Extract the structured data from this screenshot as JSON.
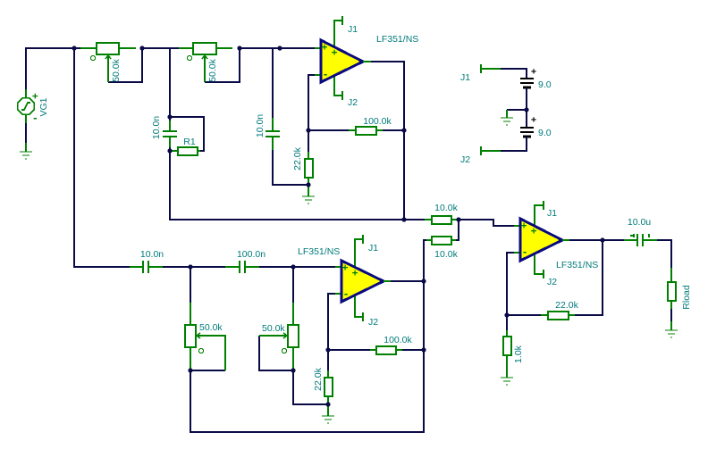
{
  "colors": {
    "wire": "#0a0a46",
    "component": "#008000",
    "label": "#007a7a",
    "opamp_fill": "#ffff00",
    "opamp_outline": "#0b0b80",
    "background": "#ffffff"
  },
  "source": {
    "name": "VG1",
    "plus": "+",
    "minus": "-"
  },
  "filter1": {
    "pot_a": {
      "value": "50.0k"
    },
    "pot_b": {
      "value": "50.0k"
    },
    "c1": {
      "value": "10.0n"
    },
    "r1": {
      "name": "R1"
    },
    "c2": {
      "value": "10.0n"
    },
    "opamp": {
      "model": "LF351/NS",
      "pos_supply": "J1",
      "neg_supply": "J2",
      "plus": "+",
      "minus": "-"
    },
    "rf": {
      "value": "100.0k"
    },
    "rg": {
      "value": "22.0k"
    }
  },
  "supply": {
    "j1": "J1",
    "j2": "J2",
    "bat1": {
      "value": "9.0",
      "plus": "+"
    },
    "bat2": {
      "value": "9.0",
      "plus": "+"
    }
  },
  "filter2": {
    "c1": {
      "value": "10.0n"
    },
    "c2": {
      "value": "100.0n"
    },
    "pot_a": {
      "value": "50.0k"
    },
    "pot_b": {
      "value": "50.0k"
    },
    "opamp": {
      "model": "LF351/NS",
      "pos_supply": "J1",
      "neg_supply": "J2",
      "plus": "+",
      "minus": "-"
    },
    "rf": {
      "value": "100.0k"
    },
    "rg": {
      "value": "22.0k"
    }
  },
  "summer": {
    "r_a": {
      "value": "10.0k"
    },
    "r_b": {
      "value": "10.0k"
    },
    "opamp": {
      "model": "LF351/NS",
      "pos_supply": "J1",
      "neg_supply": "J2",
      "plus": "+",
      "minus": "-"
    },
    "rf": {
      "value": "22.0k"
    },
    "rg": {
      "value": "1.0k"
    }
  },
  "output": {
    "cap": {
      "value": "10.0u"
    },
    "load": {
      "name": "Rload"
    }
  }
}
